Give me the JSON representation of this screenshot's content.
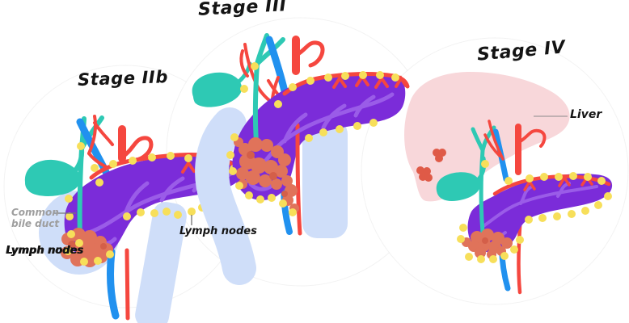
{
  "colors": {
    "purple": "#7b2cd9",
    "vein": "#9a5ce8",
    "red": "#f5473f",
    "blue": "#2191ef",
    "teal": "#2ec9b4",
    "duo": "#cfdef9",
    "liver": "#f8d7da",
    "tumor": "#e0735a",
    "tumordark": "#d45f49",
    "mets": "#df5a47",
    "node": "#f7df5a",
    "ink": "#141414",
    "gray": "#9e9e9e",
    "leader": "#8a8a8a"
  },
  "stages": [
    {
      "title": "Stage IIb",
      "labels": {
        "common_bile_duct": "Common bile duct",
        "lymph_nodes": "Lymph nodes"
      }
    },
    {
      "title": "Stage III",
      "labels": {
        "lymph_nodes": "Lymph nodes"
      }
    },
    {
      "title": "Stage IV",
      "labels": {
        "liver": "Liver"
      }
    }
  ]
}
